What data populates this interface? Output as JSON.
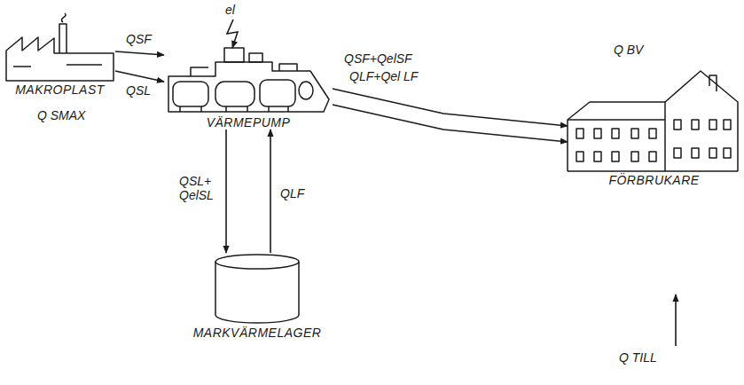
{
  "diagram": {
    "nodes": [
      {
        "text": [
          "MAKROPLAST"
        ]
      },
      {
        "text": [
          "VÄRMEPUMP"
        ]
      },
      {
        "text": [
          "MARKVÄRMELAGER"
        ]
      },
      {
        "text": [
          "FÖRBRUKARE"
        ]
      }
    ],
    "edges": [
      {
        "from": 0,
        "to": 1,
        "label": "QSF",
        "arrow": "to"
      },
      {
        "from": 0,
        "to": 1,
        "label": "QSL",
        "arrow": "to"
      },
      {
        "from": 1,
        "to": 3,
        "label": "QSF+QelSF",
        "arrow": "to"
      },
      {
        "from": 1,
        "to": 3,
        "label": "QLF+Qel LF",
        "arrow": "to"
      },
      {
        "from": 1,
        "to": 2,
        "label": "QSL+ QelSL",
        "arrow": "to"
      },
      {
        "from": 2,
        "to": 1,
        "label": "QLF",
        "arrow": "to"
      }
    ],
    "labels": [
      "el",
      "Q SMAX",
      "Q BV",
      "Q TILL"
    ]
  }
}
